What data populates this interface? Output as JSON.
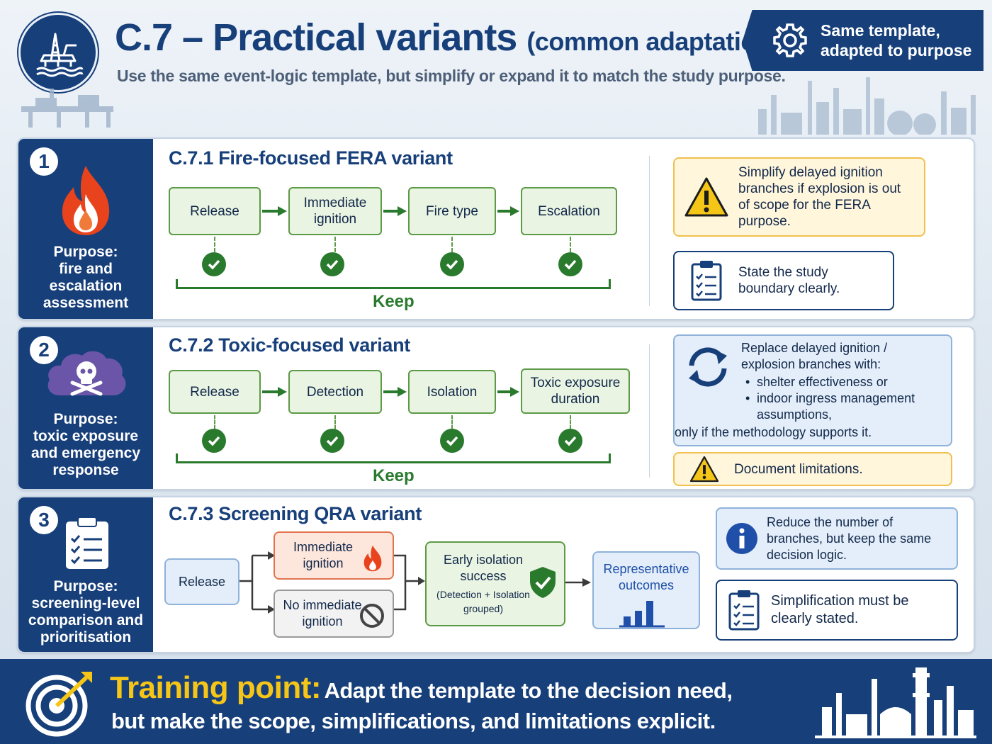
{
  "header": {
    "title": "C.7 – Practical variants",
    "title_suffix": "(common adaptations)",
    "subtitle": "Use the same event-logic template, but simplify or expand it to match the study purpose.",
    "banner_line1": "Same template,",
    "banner_line2": "adapted to purpose"
  },
  "sections": [
    {
      "number": "1",
      "purpose": [
        "Purpose:",
        "fire and",
        "escalation",
        "assessment"
      ],
      "title": "C.7.1 Fire-focused FERA variant",
      "steps": [
        "Release",
        "Immediate ignition",
        "Fire type",
        "Escalation"
      ],
      "keep_label": "Keep",
      "note_warning": "Simplify delayed ignition branches if explosion is out of scope for the FERA purpose.",
      "note_boundary": "State the study boundary clearly."
    },
    {
      "number": "2",
      "purpose": [
        "Purpose:",
        "toxic exposure",
        "and emergency",
        "response"
      ],
      "title": "C.7.2 Toxic-focused variant",
      "steps": [
        "Release",
        "Detection",
        "Isolation",
        "Toxic exposure duration"
      ],
      "keep_label": "Keep",
      "note_replace_intro": "Replace delayed ignition / explosion branches with:",
      "note_replace_bullets": [
        "shelter effectiveness or",
        "indoor ingress management assumptions,"
      ],
      "note_replace_outro": "only if the methodology supports it.",
      "note_limitations": "Document limitations."
    },
    {
      "number": "3",
      "purpose": [
        "Purpose:",
        "screening-level",
        "comparison and",
        "prioritisation"
      ],
      "title": "C.7.3 Screening QRA variant",
      "release": "Release",
      "branch_yes": "Immediate ignition",
      "branch_no": "No immediate ignition",
      "grouped_title": "Early isolation success",
      "grouped_sub": "(Detection + Isolation grouped)",
      "outcomes": "Representative outcomes",
      "note_reduce": "Reduce the number of branches, but keep the same decision logic.",
      "note_simplification": "Simplification must be clearly stated."
    }
  ],
  "footer": {
    "label": "Training point:",
    "line1": "Adapt the template to the decision need,",
    "line2": "but make the scope, simplifications, and limitations explicit."
  },
  "colors": {
    "navy": "#173f7a",
    "green": "#2a7a2e",
    "yellow": "#f5c518",
    "fire": "#e8431c",
    "toxic": "#6a55a8"
  },
  "icons": [
    "oil-rig-icon",
    "gear-icon",
    "flame-icon",
    "toxic-cloud-icon",
    "clipboard-icon",
    "warning-icon",
    "refresh-icon",
    "info-icon",
    "shield-check-icon",
    "no-icon",
    "bar-chart-icon",
    "target-icon",
    "refinery-icon"
  ]
}
